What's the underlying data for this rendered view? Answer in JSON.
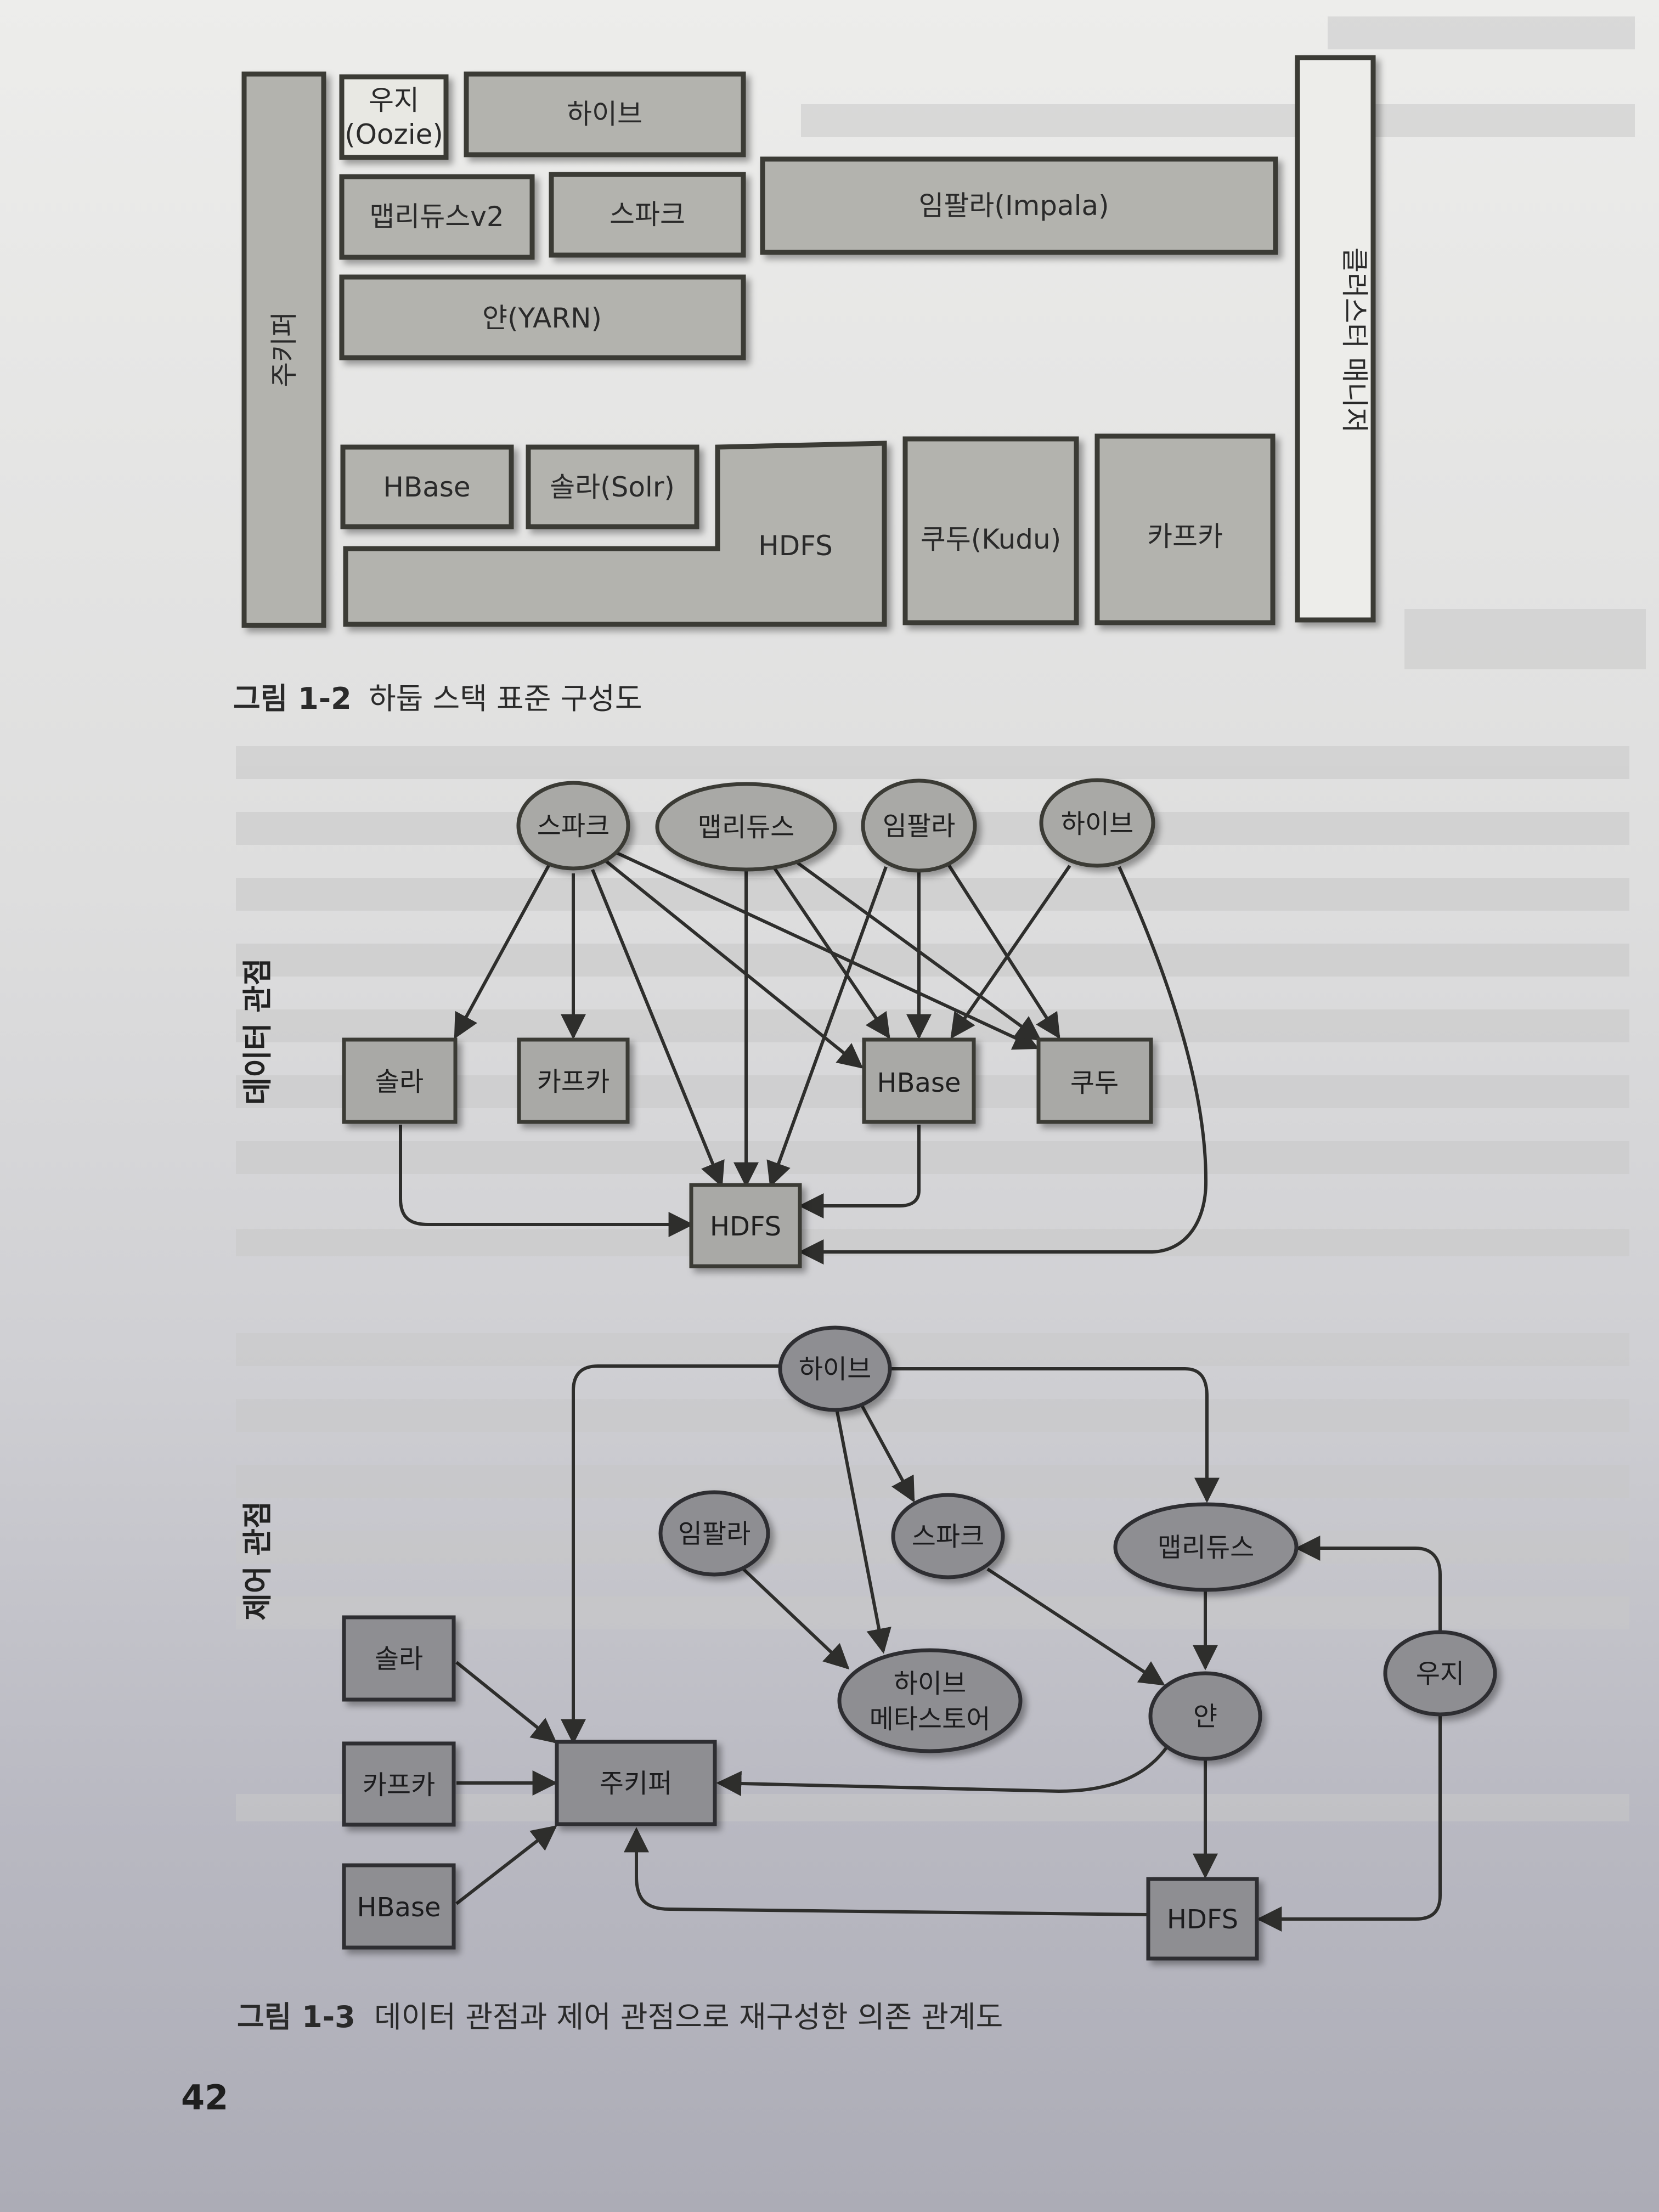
{
  "figure_1_2": {
    "caption_label": "그림 1-2",
    "caption_text": "하둡 스택 표준 구성도",
    "blocks": {
      "zookeeper": "주키퍼",
      "oozie_ko": "우지",
      "oozie_en": "(Oozie)",
      "hive": "하이브",
      "mapreduce": "맵리듀스v2",
      "spark": "스파크",
      "impala": "임팔라(Impala)",
      "yarn": "얀(YARN)",
      "hbase": "HBase",
      "solr": "솔라(Solr)",
      "hdfs": "HDFS",
      "kudu": "쿠두(Kudu)",
      "kafka": "카프카",
      "cluster_manager": "클러스터 매니저"
    }
  },
  "figure_1_3": {
    "caption_label": "그림 1-3",
    "caption_text": "데이터 관점과 제어 관점으로 재구성한 의존 관계도",
    "data_view": {
      "side_label": "데이터 관점",
      "nodes": {
        "spark": "스파크",
        "mapreduce": "맵리듀스",
        "impala": "임팔라",
        "hive": "하이브",
        "solr": "솔라",
        "kafka": "카프카",
        "hbase": "HBase",
        "kudu": "쿠두",
        "hdfs": "HDFS"
      }
    },
    "control_view": {
      "side_label": "제어 관점",
      "nodes": {
        "hive": "하이브",
        "impala": "임팔라",
        "spark": "스파크",
        "mapreduce": "맵리듀스",
        "metastore_line1": "하이브",
        "metastore_line2": "메타스토어",
        "oozie": "우지",
        "yarn": "얀",
        "solr": "솔라",
        "kafka": "카프카",
        "hbase": "HBase",
        "zookeeper": "주키퍼",
        "hdfs": "HDFS"
      }
    }
  },
  "page_number": "42",
  "colors": {
    "box_fill": "#b3b3ae",
    "box_stroke": "#3a3a36",
    "node_fill": "#a9a9a6",
    "node_fill_dark": "#8e8e92",
    "arrow": "#2e2e2c"
  }
}
